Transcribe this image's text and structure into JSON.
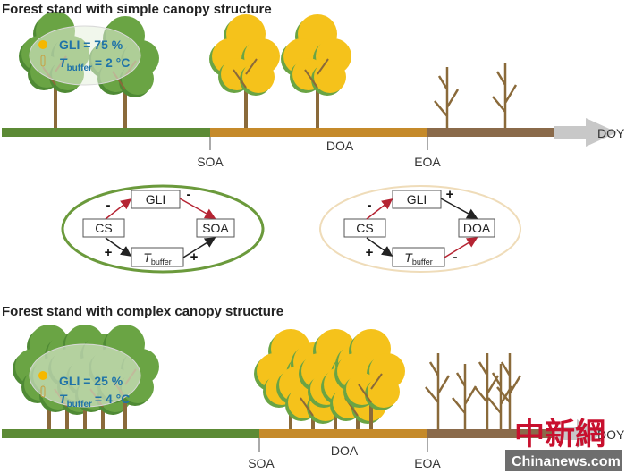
{
  "panels": [
    {
      "title": "Forest stand with simple canopy structure",
      "gli": "GLI = 75 %",
      "tbuffer_var": "T",
      "tbuffer_sub": "buffer",
      "tbuffer_val": "= 2 °C",
      "labels": {
        "soa": "SOA",
        "doa": "DOA",
        "eoa": "EOA",
        "doy": "DOY"
      }
    },
    {
      "title": "Forest stand with complex canopy structure",
      "gli": "GLI = 25 %",
      "tbuffer_var": "T",
      "tbuffer_sub": "buffer",
      "tbuffer_val": "= 4 °C",
      "labels": {
        "soa": "SOA",
        "doa": "DOA",
        "eoa": "EOA",
        "doy": "DOY"
      }
    }
  ],
  "diagrams": [
    {
      "source": "CS",
      "top": "GLI",
      "bottom_var": "T",
      "bottom_sub": "buffer",
      "target": "SOA",
      "signs": {
        "cs_top": "-",
        "top_target": "-",
        "cs_bottom": "+",
        "bottom_target": "+"
      },
      "border_color": "#6b9a3c"
    },
    {
      "source": "CS",
      "top": "GLI",
      "bottom_var": "T",
      "bottom_sub": "buffer",
      "target": "DOA",
      "signs": {
        "cs_top": "-",
        "top_target": "+",
        "cs_bottom": "+",
        "bottom_target": "-"
      },
      "border_color": "#efdcb9"
    }
  ],
  "colors": {
    "green": "#5c8a35",
    "orange": "#c58a2a",
    "brown": "#8a6a4a",
    "arrow": "#c8c8c8",
    "red_arrow": "#b52433",
    "black_arrow": "#222222",
    "info_text": "#1f73a8",
    "leaf_yellow": "#f5c21b",
    "leaf_green": "#6aa444"
  },
  "icons": [
    "sun-icon",
    "thermometer-icon"
  ],
  "watermark": {
    "chinese": "中新網",
    "latin": "Chinanews.com"
  }
}
